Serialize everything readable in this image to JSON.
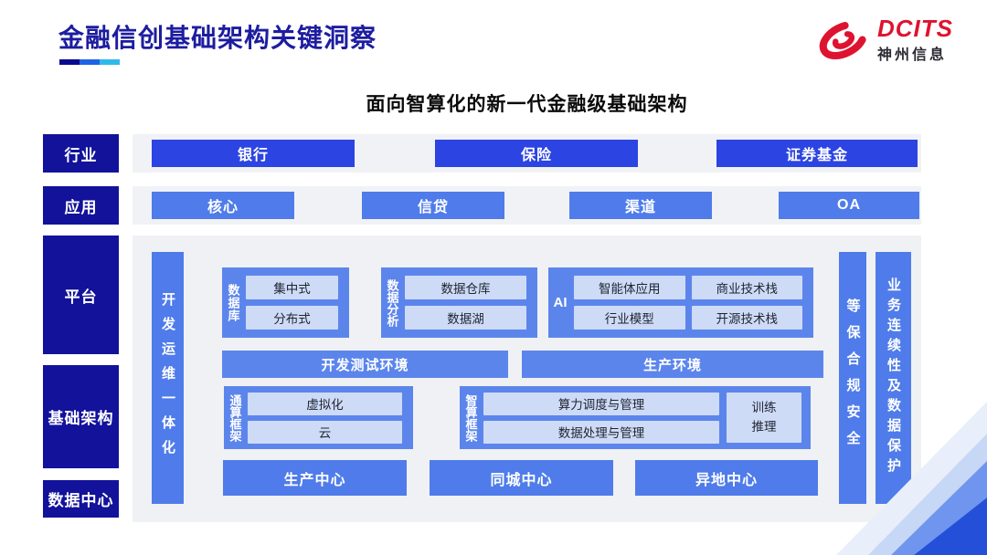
{
  "header": {
    "title": "金融信创基础架构关键洞察",
    "logo": {
      "brand": "DCITS",
      "company": "神州信息"
    }
  },
  "subtitle": "面向智算化的新一代金融级基础架构",
  "rows": {
    "industry": {
      "label": "行业",
      "items": [
        "银行",
        "保险",
        "证券基金"
      ]
    },
    "application": {
      "label": "应用",
      "items": [
        "核心",
        "信贷",
        "渠道",
        "OA"
      ]
    }
  },
  "side_labels": {
    "platform": "平台",
    "infrastructure": "基础架构",
    "datacenter": "数据中心"
  },
  "platform": {
    "devops_bar": "开发运维一体化",
    "groups": {
      "database": {
        "label": "数据库",
        "items": [
          "集中式",
          "分布式"
        ]
      },
      "analytics": {
        "label": "数据分析",
        "items": [
          "数据仓库",
          "数据湖"
        ]
      },
      "ai": {
        "label": "AI",
        "items": [
          "智能体应用",
          "商业技术栈",
          "行业模型",
          "开源技术栈"
        ]
      }
    },
    "env_bars": [
      "开发测试环境",
      "生产环境"
    ],
    "frameworks": {
      "general": {
        "label": "通算框架",
        "items": [
          "虚拟化",
          "云"
        ]
      },
      "intelligent": {
        "label": "智算框架",
        "items": [
          "算力调度与管理",
          "数据处理与管理"
        ],
        "side_item": "训练推理"
      }
    },
    "centers": [
      "生产中心",
      "同城中心",
      "异地中心"
    ],
    "security_bars": [
      "等保合规安全",
      "业务连续性及数据保护"
    ]
  },
  "colors": {
    "title_navy": "#1D1DA0",
    "label_navy": "#12129B",
    "industry_blue": "#2C44E1",
    "primary_blue": "#4F7CEA",
    "group_blue": "#5C85EC",
    "light_blue_box": "#CEDBF7",
    "panel_gray": "#F0F1F4",
    "logo_red": "#DE1330",
    "underline": [
      "#0A0A8F",
      "#1E63E6",
      "#2FB9EA"
    ]
  }
}
